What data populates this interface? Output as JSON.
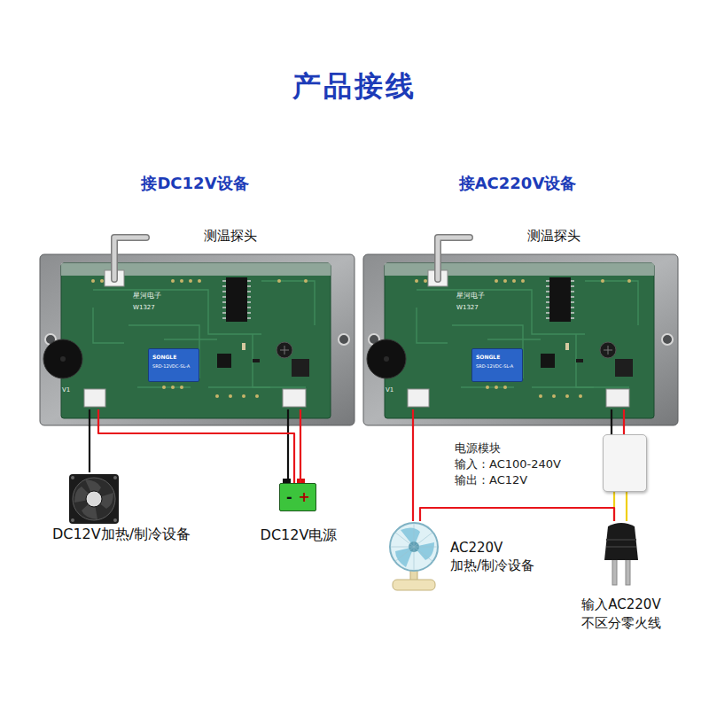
{
  "diagram": {
    "title": "产品接线",
    "nodes": [
      {
        "text": [
          "星河电子",
          "W1327"
        ]
      },
      {
        "text": [
          "SONGLE",
          "SRD-12VDC-SL-A"
        ],
        "in": 0
      },
      {
        "text": [
          "DC12V加热/制冷设备"
        ]
      },
      {
        "text": [
          "-",
          "+",
          "DC12V电源"
        ]
      },
      {
        "text": [
          "星河电子",
          "W1327"
        ]
      },
      {
        "text": [
          "SONGLE",
          "SRD-12VDC-SL-A"
        ],
        "in": 4
      },
      {
        "text": [
          "电源模块",
          "输入：AC100-240V",
          "输出：AC12V"
        ]
      },
      {
        "text": [
          "AC220V 加热/制冷设备"
        ]
      },
      {
        "text": [
          "输入AC220V 不区分零火线"
        ]
      }
    ],
    "edges": [
      {
        "from": 0,
        "to": 2,
        "arrow": "none"
      },
      {
        "from": 0,
        "to": 3,
        "arrow": "none"
      },
      {
        "from": 0,
        "to": 3,
        "arrow": "none"
      },
      {
        "from": 4,
        "to": 7,
        "arrow": "none"
      },
      {
        "from": 4,
        "to": 6,
        "arrow": "none"
      },
      {
        "from": 6,
        "to": 8,
        "arrow": "none"
      },
      {
        "from": 7,
        "to": 8,
        "arrow": "none"
      }
    ],
    "labels": [
      "接DC12V设备",
      "接AC220V设备",
      "测温探头",
      "测温探头",
      "V1",
      "V1"
    ]
  }
}
